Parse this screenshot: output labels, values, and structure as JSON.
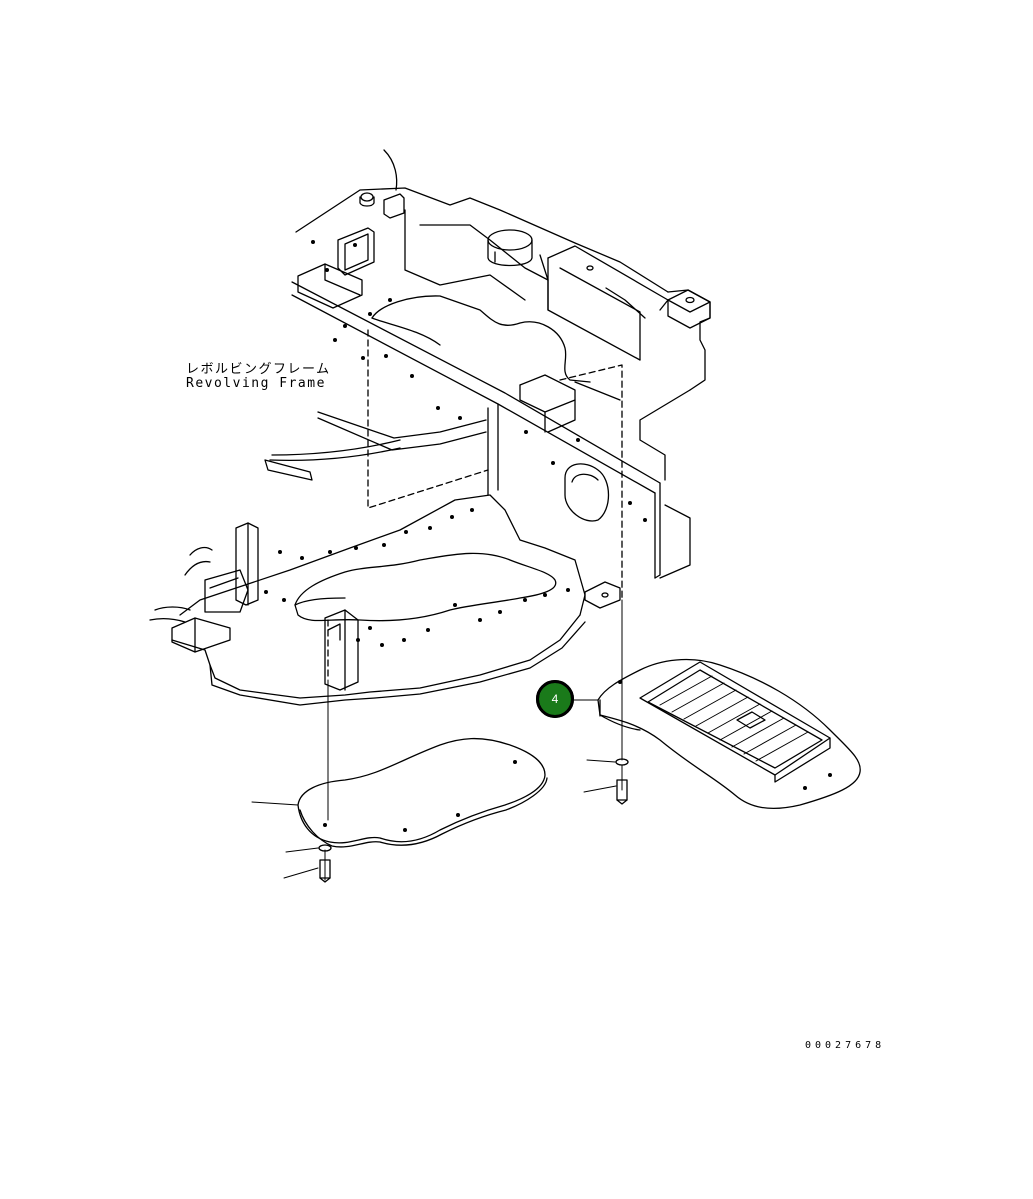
{
  "labels": {
    "part_name_jp": "レボルビングフレーム",
    "part_name_en": "Revolving Frame"
  },
  "callouts": [
    {
      "number": "4",
      "color": "#1a7a1a"
    }
  ],
  "document_number": "00027678",
  "colors": {
    "line": "#000000",
    "background": "#ffffff",
    "callout_fill": "#1a7a1a"
  }
}
